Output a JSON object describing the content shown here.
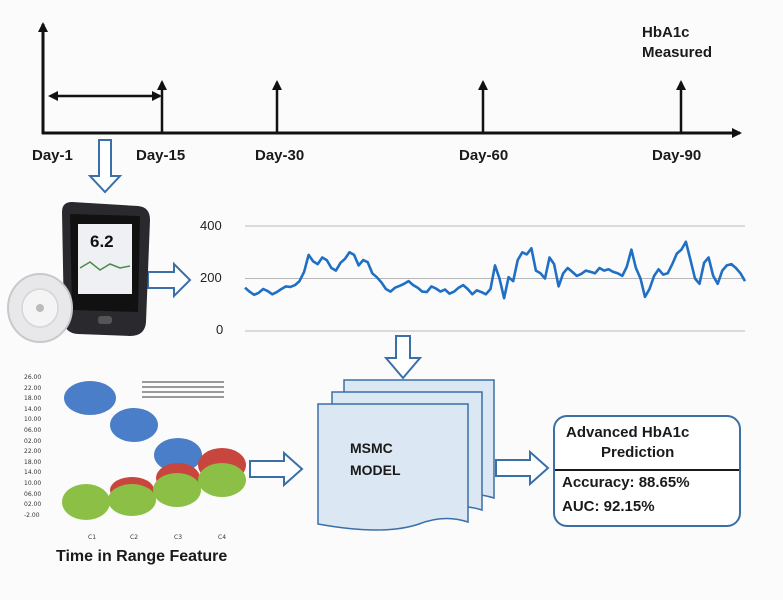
{
  "timeline": {
    "days": [
      "Day-1",
      "Day-15",
      "Day-30",
      "Day-60",
      "Day-90"
    ],
    "hba1c_label_line1": "HbA1c",
    "hba1c_label_line2": "Measured"
  },
  "device": {
    "reading": "6.2"
  },
  "chart_data": {
    "type": "line",
    "yticks": [
      "400",
      "200",
      "0"
    ],
    "ylim": [
      0,
      400
    ],
    "grid": true,
    "series": [
      {
        "color": "#1f6fc4",
        "values": [
          165,
          150,
          138,
          145,
          160,
          152,
          140,
          148,
          160,
          170,
          168,
          175,
          190,
          225,
          290,
          265,
          255,
          280,
          270,
          240,
          230,
          260,
          275,
          300,
          290,
          250,
          270,
          262,
          220,
          205,
          185,
          160,
          150,
          165,
          172,
          180,
          190,
          175,
          165,
          150,
          148,
          170,
          162,
          150,
          158,
          142,
          150,
          165,
          175,
          160,
          140,
          155,
          148,
          140,
          160,
          250,
          200,
          125,
          205,
          190,
          270,
          300,
          292,
          315,
          230,
          220,
          200,
          280,
          255,
          170,
          220,
          240,
          225,
          210,
          218,
          230,
          225,
          220,
          240,
          230,
          235,
          225,
          220,
          210,
          245,
          310,
          240,
          200,
          130,
          160,
          210,
          235,
          215,
          220,
          255,
          295,
          310,
          340,
          270,
          200,
          180,
          260,
          280,
          210,
          180,
          230,
          250,
          255,
          240,
          220,
          190
        ]
      }
    ]
  },
  "feature_panel": {
    "y_ticks": [
      "26.00",
      "22.00",
      "18.00",
      "14.00",
      "10.00",
      "06.00",
      "02.00",
      "22.00",
      "18.00",
      "14.00",
      "10.00",
      "06.00",
      "02.00",
      "-2.00"
    ],
    "x_ticks": [
      "C1",
      "C2",
      "C3",
      "C4"
    ],
    "caption": "Time in Range Feature"
  },
  "model": {
    "line1": "MSMC",
    "line2": "MODEL"
  },
  "prediction": {
    "title_line1": "Advanced  HbA1c",
    "title_line2": "Prediction",
    "accuracy": "Accuracy: 88.65%",
    "auc": "AUC:  92.15%"
  },
  "colors": {
    "ink": "#111111",
    "accent_blue": "#3f7fd0",
    "arrow_outline": "#3b6fa8",
    "box_fill": "#dbe8f4",
    "series": "#1f6fc4",
    "cluster_blue": "#4a7ec8",
    "cluster_red": "#c8463e",
    "cluster_green": "#8cbf45"
  }
}
